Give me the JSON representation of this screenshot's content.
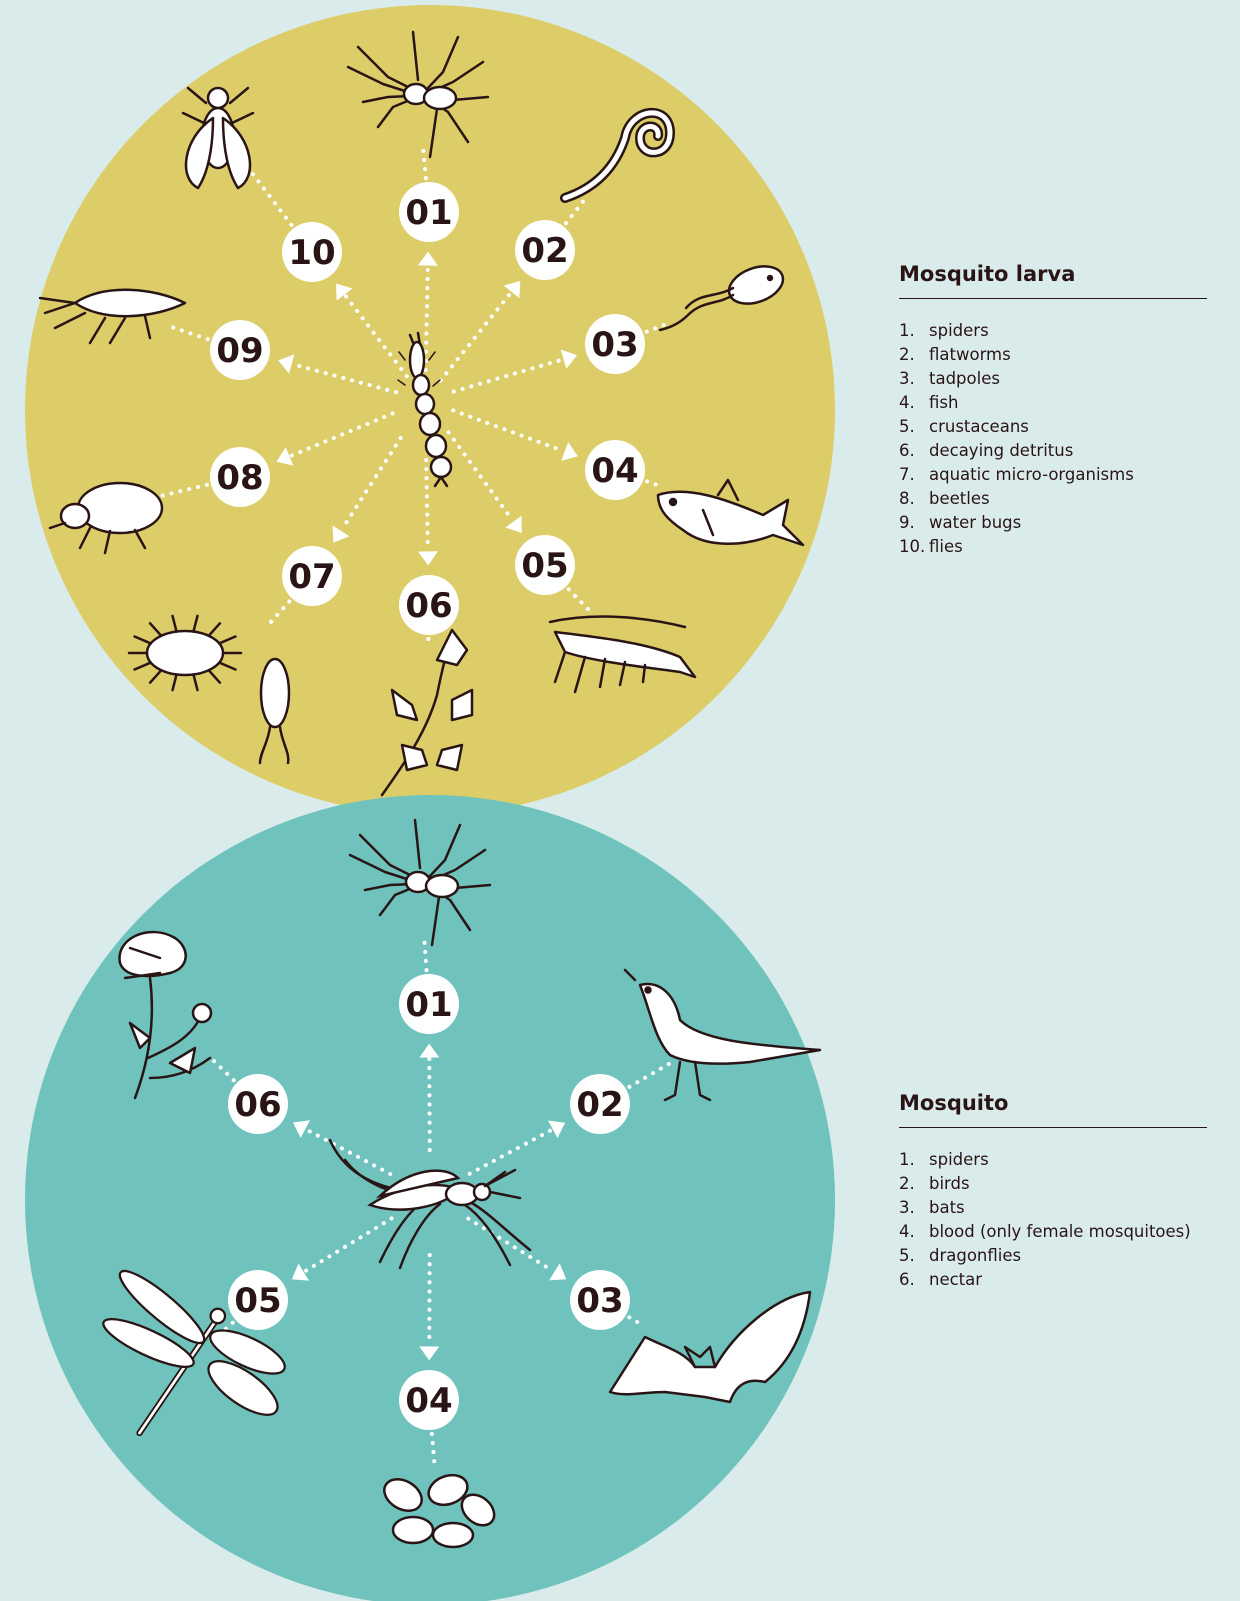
{
  "colors": {
    "background": "#daebeb",
    "larva_circle": "#dccd69",
    "mosquito_circle": "#70c3bc",
    "ink": "#2a1516",
    "badge": "#ffffff"
  },
  "larva": {
    "title": "Mosquito larva",
    "center_icon": "mosquito-larva-icon",
    "predators": [
      {
        "num": "01",
        "label": "1.",
        "name": "spiders",
        "icon": "spider-icon"
      },
      {
        "num": "02",
        "label": "2.",
        "name": "flatworms",
        "icon": "flatworm-icon"
      },
      {
        "num": "03",
        "label": "3.",
        "name": "tadpoles",
        "icon": "tadpole-icon"
      },
      {
        "num": "04",
        "label": "4.",
        "name": "fish",
        "icon": "fish-icon"
      },
      {
        "num": "05",
        "label": "5.",
        "name": "crustaceans",
        "icon": "shrimp-icon"
      },
      {
        "num": "06",
        "label": "6.",
        "name": "decaying detritus",
        "icon": "leaf-icon"
      },
      {
        "num": "07",
        "label": "7.",
        "name": "aquatic micro-organisms",
        "icon": "microorganism-icon"
      },
      {
        "num": "08",
        "label": "8.",
        "name": "beetles",
        "icon": "beetle-icon"
      },
      {
        "num": "09",
        "label": "9.",
        "name": "water bugs",
        "icon": "water-bug-icon"
      },
      {
        "num": "10",
        "label": "10.",
        "name": "flies",
        "icon": "fly-icon"
      }
    ]
  },
  "mosquito": {
    "title": "Mosquito",
    "center_icon": "mosquito-icon",
    "predators": [
      {
        "num": "01",
        "label": "1.",
        "name": "spiders",
        "icon": "spider-icon"
      },
      {
        "num": "02",
        "label": "2.",
        "name": "birds",
        "icon": "bird-icon"
      },
      {
        "num": "03",
        "label": "3.",
        "name": "bats",
        "icon": "bat-icon"
      },
      {
        "num": "04",
        "label": "4.",
        "name": "blood (only female mosquitoes)",
        "icon": "blood-cells-icon"
      },
      {
        "num": "05",
        "label": "5.",
        "name": "dragonflies",
        "icon": "dragonfly-icon"
      },
      {
        "num": "06",
        "label": "6.",
        "name": "nectar",
        "icon": "flower-icon"
      }
    ]
  }
}
